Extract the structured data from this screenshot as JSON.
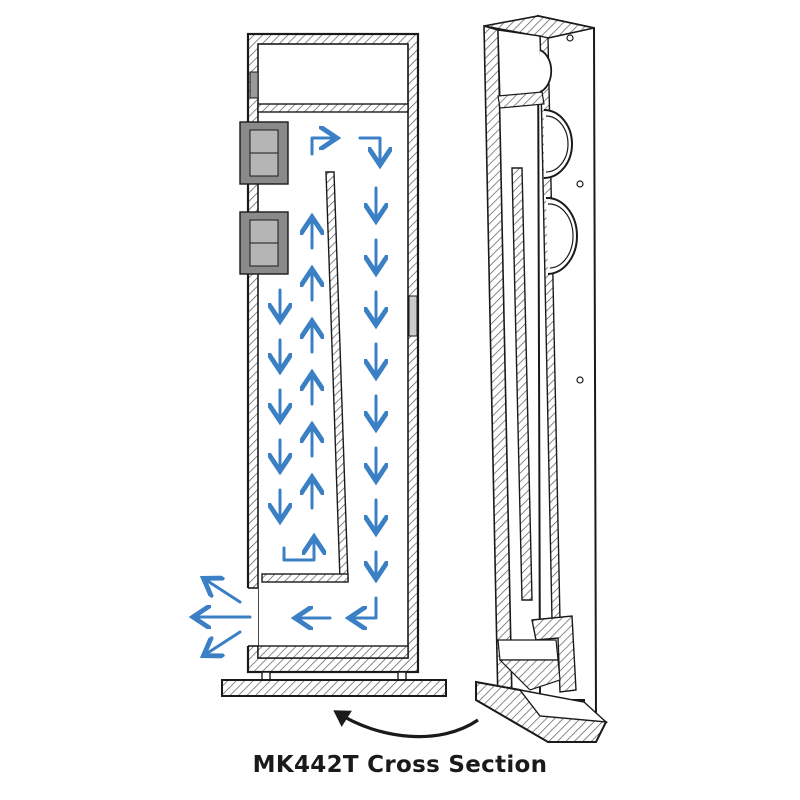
{
  "caption": "MK442T Cross Section",
  "colors": {
    "airflow": "#3b7fc4",
    "outline": "#1a1a1a",
    "hatch": "#555555",
    "driver": "#8a8a8a",
    "background": "#ffffff"
  },
  "icons": [
    "airflow-arrow",
    "port-exhaust-arrow",
    "rotation-arrow",
    "woofer-driver"
  ]
}
